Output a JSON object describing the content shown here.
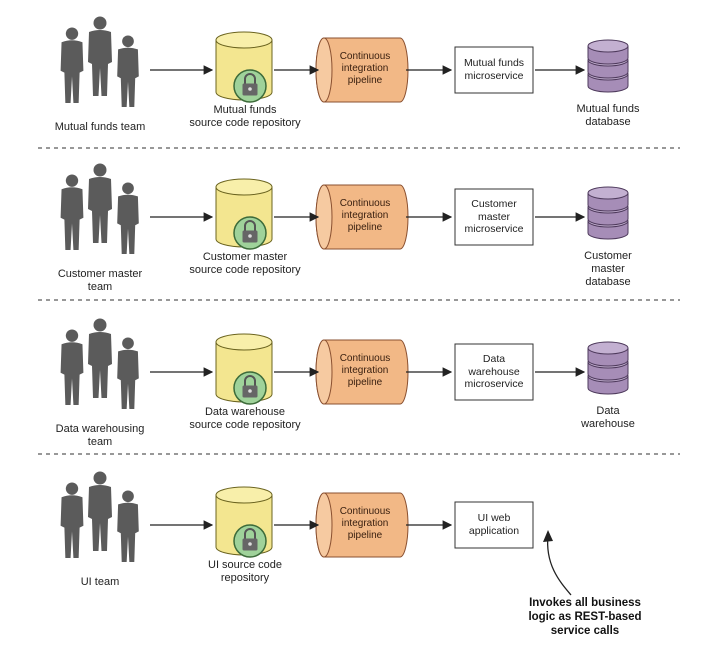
{
  "rows": [
    {
      "team_label": "Mutual funds team",
      "repo_label": "Mutual funds\nsource code repository",
      "pipeline_label": "Continuous\nintegration\npipeline",
      "service_label": "Mutual funds\nmicroservice",
      "db_label": "Mutual funds\ndatabase"
    },
    {
      "team_label": "Customer master\nteam",
      "repo_label": "Customer master\nsource code repository",
      "pipeline_label": "Continuous\nintegration\npipeline",
      "service_label": "Customer\nmaster\nmicroservice",
      "db_label": "Customer\nmaster\ndatabase"
    },
    {
      "team_label": "Data warehousing\nteam",
      "repo_label": "Data warehouse\nsource code repository",
      "pipeline_label": "Continuous\nintegration\npipeline",
      "service_label": "Data\nwarehouse\nmicroservice",
      "db_label": "Data\nwarehouse"
    },
    {
      "team_label": "UI team",
      "repo_label": "UI source code\nrepository",
      "pipeline_label": "Continuous\nintegration\npipeline",
      "service_label": "UI web\napplication"
    }
  ],
  "annotation": "Invokes all business\nlogic as REST-based\nservice calls",
  "colors": {
    "repo_fill": "#f3e690",
    "lock_fill": "#9fd29a",
    "pipeline_fill": "#f2b886",
    "db_fill": "#a68db7",
    "people": "#5b5b5b",
    "divider": "#777777"
  }
}
